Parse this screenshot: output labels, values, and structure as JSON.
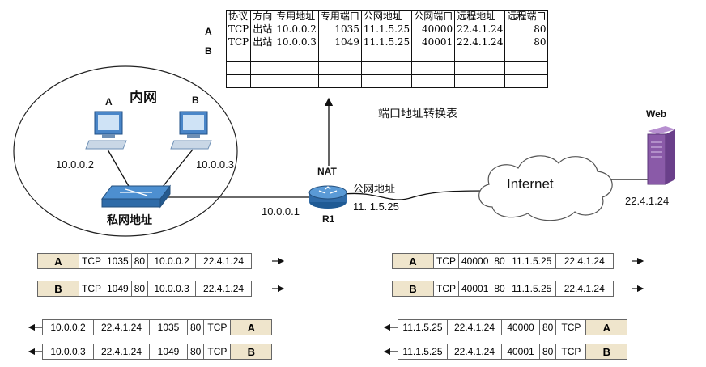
{
  "nat_table": {
    "headers": [
      "协议",
      "方向",
      "专用地址",
      "专用端口",
      "公网地址",
      "公网端口",
      "远程地址",
      "远程端口"
    ],
    "rows": [
      {
        "tag": "A",
        "cells": [
          "TCP",
          "出站",
          "10.0.0.2",
          "1035",
          "11.1.5.25",
          "40000",
          "22.4.1.24",
          "80"
        ]
      },
      {
        "tag": "B",
        "cells": [
          "TCP",
          "出站",
          "10.0.0.3",
          "1049",
          "11.1.5.25",
          "40001",
          "22.4.1.24",
          "80"
        ]
      },
      {
        "tag": "",
        "cells": [
          "",
          "",
          "",
          "",
          "",
          "",
          "",
          ""
        ]
      },
      {
        "tag": "",
        "cells": [
          "",
          "",
          "",
          "",
          "",
          "",
          "",
          ""
        ]
      },
      {
        "tag": "",
        "cells": [
          "",
          "",
          "",
          "",
          "",
          "",
          "",
          ""
        ]
      }
    ],
    "caption": "端口地址转换表"
  },
  "intranet": {
    "title": "内网",
    "host_a": {
      "name": "A",
      "ip": "10.0.0.2"
    },
    "host_b": {
      "name": "B",
      "ip": "10.0.0.3"
    },
    "private_label": "私网地址"
  },
  "router": {
    "nat_label": "NAT",
    "name": "R1",
    "inside_ip": "10.0.0.1",
    "public_label": "公网地址",
    "public_ip": "11. 1.5.25"
  },
  "internet": {
    "label": "Internet"
  },
  "server": {
    "name": "Web",
    "ip": "22.4.1.24"
  },
  "packets": {
    "private_out": [
      {
        "cells": [
          "A",
          "TCP",
          "1035",
          "80",
          "10.0.0.2",
          "22.4.1.24"
        ]
      },
      {
        "cells": [
          "B",
          "TCP",
          "1049",
          "80",
          "10.0.0.3",
          "22.4.1.24"
        ]
      }
    ],
    "public_out": [
      {
        "cells": [
          "A",
          "TCP",
          "40000",
          "80",
          "11.1.5.25",
          "22.4.1.24"
        ]
      },
      {
        "cells": [
          "B",
          "TCP",
          "40001",
          "80",
          "11.1.5.25",
          "22.4.1.24"
        ]
      }
    ],
    "private_in": [
      {
        "cells": [
          "10.0.0.2",
          "22.4.1.24",
          "1035",
          "80",
          "TCP",
          "A"
        ]
      },
      {
        "cells": [
          "10.0.0.3",
          "22.4.1.24",
          "1049",
          "80",
          "TCP",
          "B"
        ]
      }
    ],
    "public_in": [
      {
        "cells": [
          "11.1.5.25",
          "22.4.1.24",
          "40000",
          "80",
          "TCP",
          "A"
        ]
      },
      {
        "cells": [
          "11.1.5.25",
          "22.4.1.24",
          "40001",
          "80",
          "TCP",
          "B"
        ]
      }
    ]
  },
  "colors": {
    "packet_tag": "#efe5cc",
    "server": "#8a5aa8",
    "pc": "#4a86c8",
    "router": "#2f6ba8"
  }
}
